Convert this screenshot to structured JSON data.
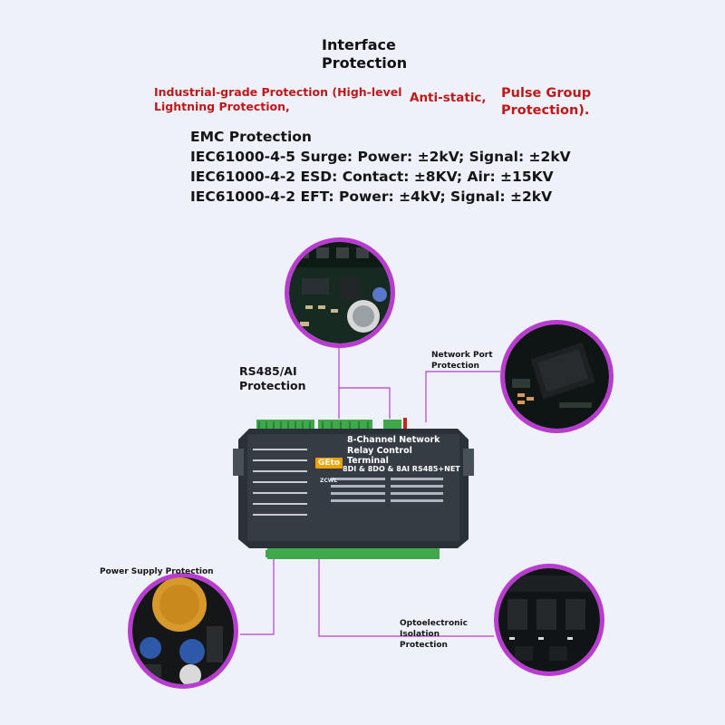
{
  "header": {
    "title": "Interface Protection",
    "industrial": "Industrial-grade Protection (High-level Lightning Protection,",
    "antistatic": "Anti-static,",
    "pulse": "Pulse Group Protection)."
  },
  "emc": {
    "title": "EMC Protection",
    "surge": "IEC61000-4-5 Surge: Power: ±2kV; Signal: ±2kV",
    "esd": "IEC61000-4-2 ESD: Contact: ±8KV; Air: ±15KV",
    "eft": "IEC61000-4-2 EFT: Power: ±4kV; Signal: ±2kV"
  },
  "callouts": {
    "rs485": "RS485/AI Protection",
    "network": "Network Port Protection",
    "power": "Power Supply Protection",
    "opto": "Optoelectronic Isolation Protection"
  },
  "device": {
    "title": "8-Channel Network Relay Control Terminal",
    "model": "8DI & 8DO & 8AI  RS485+NET",
    "logo": "GEto",
    "brand": "ZCWL"
  },
  "colors": {
    "accent_red": "#c01818",
    "ring": "#b93cd0",
    "device_body": "#2b3138",
    "terminal_green": "#3fa84a"
  }
}
